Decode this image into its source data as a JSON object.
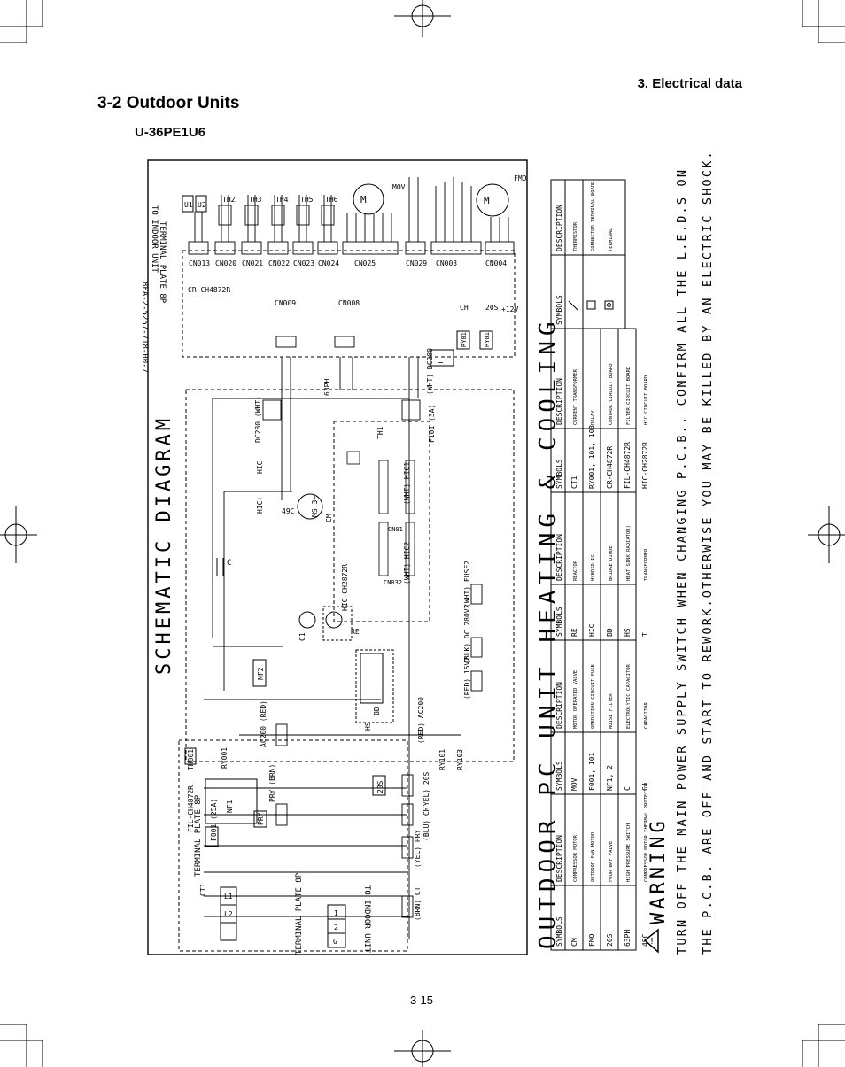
{
  "header": {
    "section": "3. Electrical data",
    "page_title": "3-2 Outdoor Units",
    "model": "U-36PE1U6"
  },
  "page_number": "3-15",
  "drawing": {
    "doc_number": "8FA-2-5257-718-00-7",
    "schematic_title": "SCHEMATIC DIAGRAM",
    "unit_title": "OUTDOOR PC UNIT HEATING & COOLING",
    "warning_title": "WARNING",
    "warning_line1": "TURN OFF THE MAIN POWER SUPPLY SWITCH WHEN CHANGING P.C.B.. CONFIRM ALL THE L.E.D.S ON",
    "warning_line2": "THE P.C.B. ARE OFF AND START TO REWORK.OTHERWISE YOU MAY BE KILLED BY AN ELECTRIC SHOCK.",
    "terminal_top": "TERMINAL PLATE 8P",
    "to_indoor_top": "TO INDOOR UNIT",
    "terminal_power": "TERMINAL PLATE 8P",
    "terminal_bottom": "TERMINAL PLATE 8P",
    "to_indoor_bottom": "TO INDOOR UNIT",
    "board_cr": "CR-CH4872R",
    "board_fil": "FIL-CH4872R",
    "board_hic": "HIC-CH2872R",
    "connectors": [
      "CN013",
      "CN020",
      "CN021",
      "CN022",
      "CN023",
      "CN024",
      "CN025",
      "CN029",
      "CN003",
      "CN004",
      "CN009",
      "CN008",
      "CN032",
      "CN01"
    ],
    "thermistors": [
      "TH2",
      "TH3",
      "TH4",
      "TH5",
      "TH6",
      "TH1"
    ],
    "components": {
      "mov": "MOV",
      "fmo": "FMO",
      "ph": "63PH",
      "dc280": "DC280",
      "f101": "F101 (3A)",
      "fuse2": "FUSE2",
      "c1": "C1",
      "c": "C",
      "re": "RE",
      "bd": "BD",
      "hs": "HS",
      "nf1": "NF1",
      "nf2": "NF2",
      "pry": "PRY",
      "f001": "F001 (25A)",
      "th001": "TH001",
      "ry001": "RY001",
      "ry101": "RY101",
      "ry103": "RY103",
      "s20": "20S",
      "ct1": "CT1",
      "cm": "CM",
      "ms": "MS 3~",
      "c49": "49C",
      "t": "T",
      "ry_a": "RY01",
      "ry_b": "RY01"
    },
    "wire_labels": [
      "(WHT) DC280",
      "(WHT) FUSE2",
      "(BLK) DC 280V2",
      "(RED) 15V2",
      "(RED) AC200",
      "AC200 (RED)",
      "DC280 (WHT)",
      "PRY (BRN)",
      "(YEL) 20S",
      "(BLU) CH",
      "(YEL) PRY",
      "(BRN) CT",
      "HIC-",
      "HIC+",
      "(WHT) HIC1",
      "(WHT) HIC2",
      "+12V",
      "CH",
      "20S"
    ],
    "symbol_table": {
      "headers": [
        "SYMBOLS",
        "DESCRIPTION"
      ],
      "rows": [
        [
          [
            "CM",
            "COMPRESSOR MOTOR"
          ],
          [
            "MOV",
            "MOTOR OPERATED VALVE"
          ],
          [
            "RE",
            "REACTOR"
          ],
          [
            "CT1",
            "CURRENT TRANSFORMER"
          ],
          [
            "",
            "THERMISTOR"
          ]
        ],
        [
          [
            "FMO",
            "OUTDOOR FAN MOTOR"
          ],
          [
            "F001, 101",
            "OPERATION CIRCUIT FUSE"
          ],
          [
            "HIC",
            "HYBRID IC"
          ],
          [
            "RY001, 101, 103",
            "RELAY"
          ],
          [
            "",
            "CONNECTOR TERMINAL BOARD"
          ]
        ],
        [
          [
            "20S",
            "FOUR WAY VALVE"
          ],
          [
            "NF1, 2",
            "NOISE FILTER"
          ],
          [
            "BD",
            "BRIDGE DIODE"
          ],
          [
            "CR-CH4872R",
            "CONTROL CIRCUIT BOARD"
          ],
          [
            "",
            "TERMINAL"
          ]
        ],
        [
          [
            "63PH",
            "HIGH PRESSURE SWITCH"
          ],
          [
            "C",
            "ELECTROLYTIC CAPACITOR"
          ],
          [
            "HS",
            "HEAT SINK(RADIATOR)"
          ],
          [
            "FIL-CH4872R",
            "FILTER CIRCUIT BOARD"
          ]
        ],
        [
          [
            "49C",
            "COMPRESSOR MOTOR THERMAL PROTECTOR"
          ],
          [
            "C1",
            "CAPACITOR"
          ],
          [
            "T",
            "TRANSFORMER"
          ],
          [
            "HIC-CH2872R",
            "HIC CIRCUIT BOARD"
          ]
        ]
      ]
    }
  }
}
